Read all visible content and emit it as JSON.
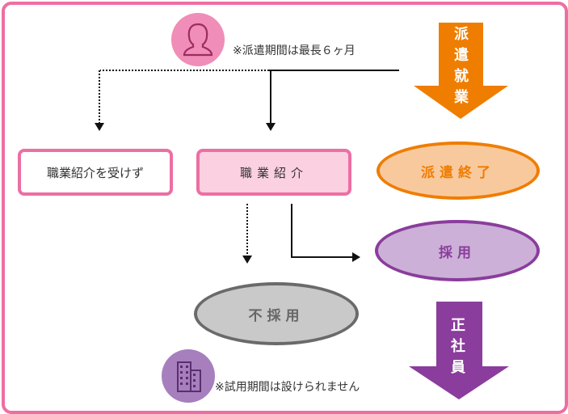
{
  "notes": {
    "top": "※派遣期間は最長６ヶ月",
    "bottom": "※試用期間は設けられません"
  },
  "nodes": {
    "no_referral": "職業紹介を受けず",
    "referral": "職業紹介",
    "dispatch_end": "派遣終了",
    "hired": "採用",
    "not_hired": "不採用"
  },
  "arrows": {
    "dispatch_work": "派遣就業",
    "regular_employee": "正社員"
  },
  "icons": {
    "person": "person-icon",
    "building": "building-icon"
  },
  "colors": {
    "frame": "#ec6fa3",
    "orange": "#ef7d00",
    "purple": "#8a3d9c",
    "gray": "#6a6a6a"
  }
}
